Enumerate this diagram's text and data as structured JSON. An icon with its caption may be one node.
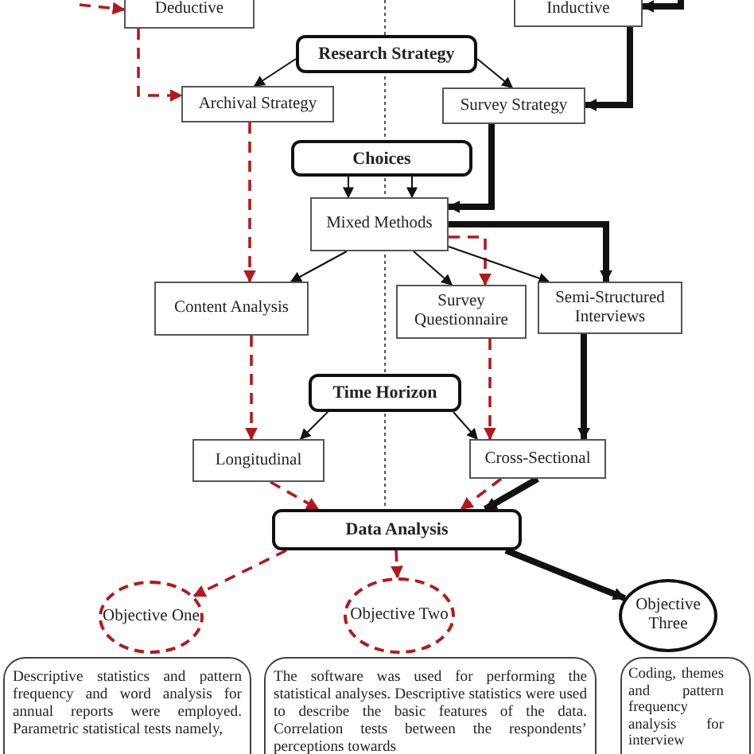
{
  "diagram": {
    "nodes": [
      {
        "text": [
          "Deductive"
        ]
      },
      {
        "text": [
          "Inductive"
        ]
      },
      {
        "text": [
          "Research Strategy"
        ]
      },
      {
        "text": [
          "Archival Strategy"
        ]
      },
      {
        "text": [
          "Survey Strategy"
        ]
      },
      {
        "text": [
          "Choices"
        ]
      },
      {
        "text": [
          "Mixed Methods"
        ]
      },
      {
        "text": [
          "Content Analysis"
        ]
      },
      {
        "text": [
          "Survey Questionnaire"
        ]
      },
      {
        "text": [
          "Semi-Structured Interviews"
        ]
      },
      {
        "text": [
          "Time Horizon"
        ]
      },
      {
        "text": [
          "Longitudinal"
        ]
      },
      {
        "text": [
          "Cross-Sectional"
        ]
      },
      {
        "text": [
          "Data Analysis"
        ]
      },
      {
        "text": [
          "Objective One"
        ]
      },
      {
        "text": [
          "Objective Two"
        ]
      },
      {
        "text": [
          "Objective Three"
        ]
      },
      {
        "text": [
          "Descriptive statistics and pattern frequency and word analysis for annual reports were employed. Parametric statistical tests namely,"
        ]
      },
      {
        "text": [
          "The software was used for performing the statistical analyses. Descriptive statistics were used to describe the basic features of the data. Correlation tests between the respondents’ perceptions towards"
        ]
      },
      {
        "text": [
          "Coding, themes and pattern frequency analysis for interview"
        ]
      }
    ],
    "edges": [
      {
        "from": null,
        "to": 0,
        "arrow": "to",
        "style": "dashed",
        "color": "#b3191c"
      },
      {
        "from": null,
        "to": 1,
        "arrow": "to",
        "style": "thick"
      },
      {
        "from": 0,
        "to": 3,
        "arrow": "to",
        "style": "dashed",
        "color": "#b3191c"
      },
      {
        "from": 2,
        "to": 3,
        "arrow": "to"
      },
      {
        "from": 2,
        "to": 4,
        "arrow": "to"
      },
      {
        "from": 1,
        "to": 4,
        "arrow": "to",
        "style": "thick"
      },
      {
        "from": 4,
        "to": 6,
        "arrow": "to",
        "style": "thick"
      },
      {
        "from": 5,
        "to": 6,
        "arrow": "to"
      },
      {
        "from": 5,
        "to": 6,
        "arrow": "to"
      },
      {
        "from": 3,
        "to": 7,
        "arrow": "to",
        "style": "dashed",
        "color": "#b3191c"
      },
      {
        "from": 6,
        "to": 7,
        "arrow": "to"
      },
      {
        "from": 6,
        "to": 8,
        "arrow": "to"
      },
      {
        "from": 6,
        "to": 8,
        "arrow": "to",
        "style": "dashed",
        "color": "#b3191c"
      },
      {
        "from": 6,
        "to": 9,
        "arrow": "to"
      },
      {
        "from": 6,
        "to": 9,
        "arrow": "to",
        "style": "thick"
      },
      {
        "from": 7,
        "to": 11,
        "arrow": "to",
        "style": "dashed",
        "color": "#b3191c"
      },
      {
        "from": 8,
        "to": 12,
        "arrow": "to",
        "style": "dashed",
        "color": "#b3191c"
      },
      {
        "from": 9,
        "to": 12,
        "arrow": "to",
        "style": "thick"
      },
      {
        "from": 10,
        "to": 11,
        "arrow": "to"
      },
      {
        "from": 10,
        "to": 12,
        "arrow": "to"
      },
      {
        "from": 11,
        "to": 13,
        "arrow": "to",
        "style": "dashed",
        "color": "#b3191c"
      },
      {
        "from": 12,
        "to": 13,
        "arrow": "to",
        "style": "dashed",
        "color": "#b3191c"
      },
      {
        "from": 12,
        "to": 13,
        "arrow": "to",
        "style": "thick"
      },
      {
        "from": 13,
        "to": 14,
        "arrow": "to",
        "style": "dashed",
        "color": "#b3191c"
      },
      {
        "from": 13,
        "to": 15,
        "arrow": "to",
        "style": "dashed",
        "color": "#b3191c"
      },
      {
        "from": 13,
        "to": 16,
        "arrow": "to",
        "style": "thick"
      }
    ]
  }
}
